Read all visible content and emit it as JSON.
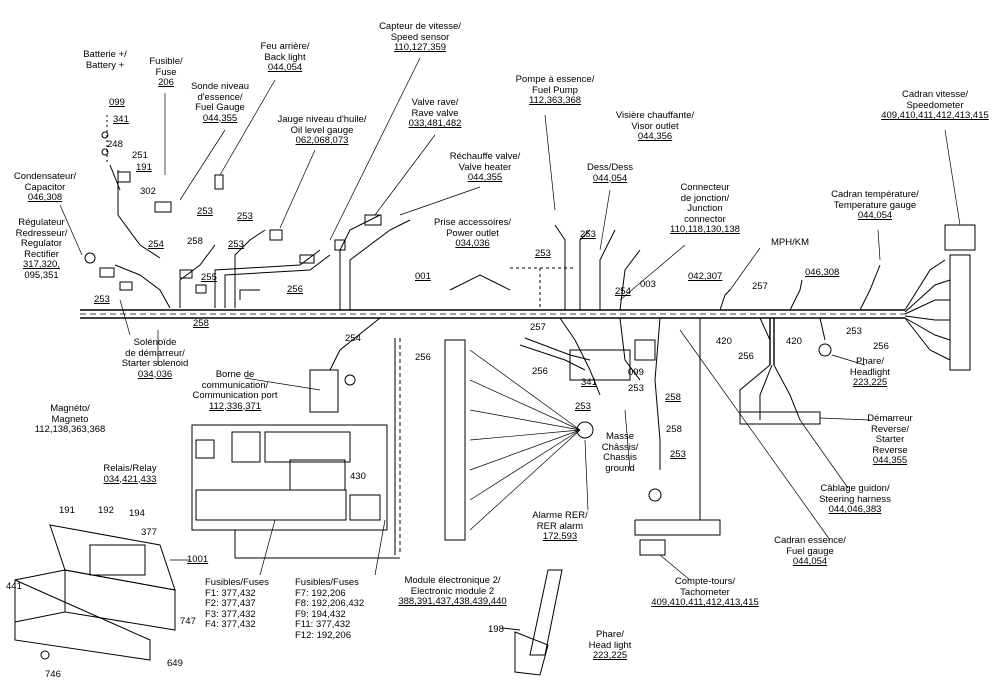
{
  "doc_id": "s04652",
  "labels": {
    "batterie": {
      "line1": "Batterie +/",
      "line2": "Battery +"
    },
    "fusible": {
      "line1": "Fusible/",
      "line2": "Fuse",
      "code": "206"
    },
    "sonde": {
      "line1": "Sonde niveau",
      "line2": "d'essence/",
      "line3": "Fuel Gauge",
      "code": "044,355"
    },
    "feu_arriere": {
      "line1": "Feu arrière/",
      "line2": "Back light",
      "code": "044,054"
    },
    "capteur_vitesse": {
      "line1": "Capteur de vitesse/",
      "line2": "Speed sensor",
      "code": "110,127,359"
    },
    "jauge_huile": {
      "line1": "Jauge niveau d'huile/",
      "line2": "Oil level gauge",
      "code": "062,068,073"
    },
    "valve_rave": {
      "line1": "Valve rave/",
      "line2": "Rave valve",
      "code": "033,481,482"
    },
    "pompe_essence": {
      "line1": "Pompe à essence/",
      "line2": "Fuel Pump",
      "code": "112,363,368"
    },
    "visiere": {
      "line1": "Visière chauffante/",
      "line2": "Visor outlet",
      "code": "044,356"
    },
    "cadran_vitesse": {
      "line1": "Cadran vitesse/",
      "line2": "Speedometer",
      "code": "409,410,411,412,413,415"
    },
    "rechauffe_valve": {
      "line1": "Réchauffe valve/",
      "line2": "Valve heater",
      "code": "044,355"
    },
    "dess": {
      "line1": "Dess/Dess",
      "code": "044,054"
    },
    "connecteur_jonction": {
      "line1": "Connecteur",
      "line2": "de jonction/",
      "line3": "Junction",
      "line4": "connector",
      "code": "110,118,130,138"
    },
    "condensateur": {
      "line1": "Condensateur/",
      "line2": "Capacitor",
      "code": "046,308"
    },
    "prise_accessoires": {
      "line1": "Prise accessoires/",
      "line2": "Power outlet",
      "code": "034,036"
    },
    "cadran_temperature": {
      "line1": "Cadran température/",
      "line2": "Temperature gauge",
      "code": "044,054"
    },
    "regulateur": {
      "line1": "Régulateur",
      "line2": "Redresseur/",
      "line3": "Regulator",
      "line4": "Rectifier",
      "code1": "317,320,",
      "code2": "095,351"
    },
    "mph_km": {
      "line1": "MPH/KM"
    },
    "solenoide": {
      "line1": "Solénoïde",
      "line2": "de démarreur/",
      "line3": "Starter solenoid",
      "code": "034,036"
    },
    "borne_communication": {
      "line1": "Borne de",
      "line2": "communication/",
      "line3": "Communication port",
      "code": "112,336,371"
    },
    "phare_headlight_right": {
      "line1": "Phare/",
      "line2": "Headlight",
      "code": "223,225"
    },
    "magneto": {
      "line1": "Magnéto/",
      "line2": "Magneto",
      "code": "112,138,363,368"
    },
    "demarreur_reverse": {
      "line1": "Démarreur",
      "line2": "Reverse/",
      "line3": "Starter",
      "line4": "Reverse",
      "code": "044,355"
    },
    "relais": {
      "line1": "Relais/Relay",
      "code": "034,421,433"
    },
    "masse_chassis": {
      "line1": "Masse",
      "line2": "Châssis/",
      "line3": "Chassis",
      "line4": "ground"
    },
    "alarme_rer": {
      "line1": "Alarme RER/",
      "line2": "RER alarm",
      "code": "172,593"
    },
    "cablage_guidon": {
      "line1": "Câblage guidon/",
      "line2": "Steering harness",
      "code": "044,046,383"
    },
    "cadran_essence": {
      "line1": "Cadran essence/",
      "line2": "Fuel gauge",
      "code": "044,054"
    },
    "compte_tours": {
      "line1": "Compte-tours/",
      "line2": "Tachometer",
      "code": "409,410,411,412,413,415"
    },
    "module_electronique": {
      "line1": "Module électronique 2/",
      "line2": "Electronic module 2",
      "code": "388,391,437,438,439,440"
    },
    "phare_headlight_bottom": {
      "line1": "Phare/",
      "line2": "Head light",
      "code": "223,225"
    }
  },
  "fuses_left": {
    "title": "Fusibles/Fuses",
    "items": [
      "F1: 377,432",
      "F2: 377,437",
      "F3: 377,432",
      "F4: 377,432"
    ]
  },
  "fuses_right": {
    "title": "Fusibles/Fuses",
    "items": [
      "F7: 192,206",
      "F8: 192,206,432",
      "F9: 194,432",
      "F11: 377,432",
      "F12: 192,206"
    ]
  },
  "wire_numbers": {
    "n099a": "099",
    "n341a": "341",
    "n248": "248",
    "n251": "251",
    "n191a": "191",
    "n302": "302",
    "n253a": "253",
    "n253b": "253",
    "n253c": "253",
    "n258a": "258",
    "n254a": "254",
    "n255": "255",
    "n253d": "253",
    "n258b": "258",
    "n256a": "256",
    "n001": "001",
    "n253e": "253",
    "n253f": "253",
    "n003": "003",
    "n254b": "254",
    "n042": "042,307",
    "n257a": "257",
    "n046": "046,308",
    "n254c": "254",
    "n257b": "257",
    "n256b": "256",
    "n420a": "420",
    "n420b": "420",
    "n253g": "253",
    "n256c": "256",
    "n256d": "256",
    "n341b": "341",
    "n099b": "099",
    "n253h": "253",
    "n253i": "253",
    "n258c": "258",
    "n258d": "258",
    "n253j": "253",
    "n256e": "256",
    "n430": "430",
    "n1001": "1001",
    "n191b": "191",
    "n192": "192",
    "n194": "194",
    "n377": "377",
    "n441": "441",
    "n747": "747",
    "n649": "649",
    "n746": "746",
    "n198": "198"
  }
}
